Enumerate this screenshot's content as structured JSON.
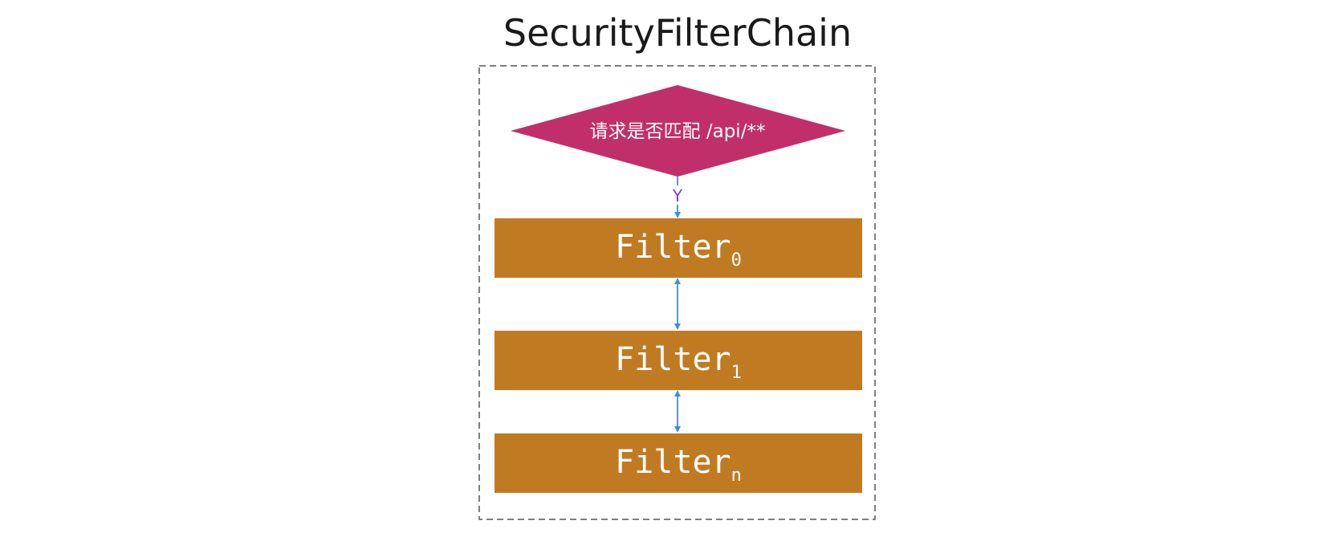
{
  "title": "SecurityFilterChain",
  "decision": {
    "text": "请求是否匹配 /api/**"
  },
  "edge_yes_label": "Y",
  "filters": [
    {
      "name": "Filter",
      "subscript": "0"
    },
    {
      "name": "Filter",
      "subscript": "1"
    },
    {
      "name": "Filter",
      "subscript": "n"
    }
  ],
  "colors": {
    "decision_fill": "#c12f6b",
    "filter_fill": "#c07b22",
    "arrow": "#3d8fd6",
    "edge_label": "#7b3fc4",
    "border": "#555555"
  }
}
